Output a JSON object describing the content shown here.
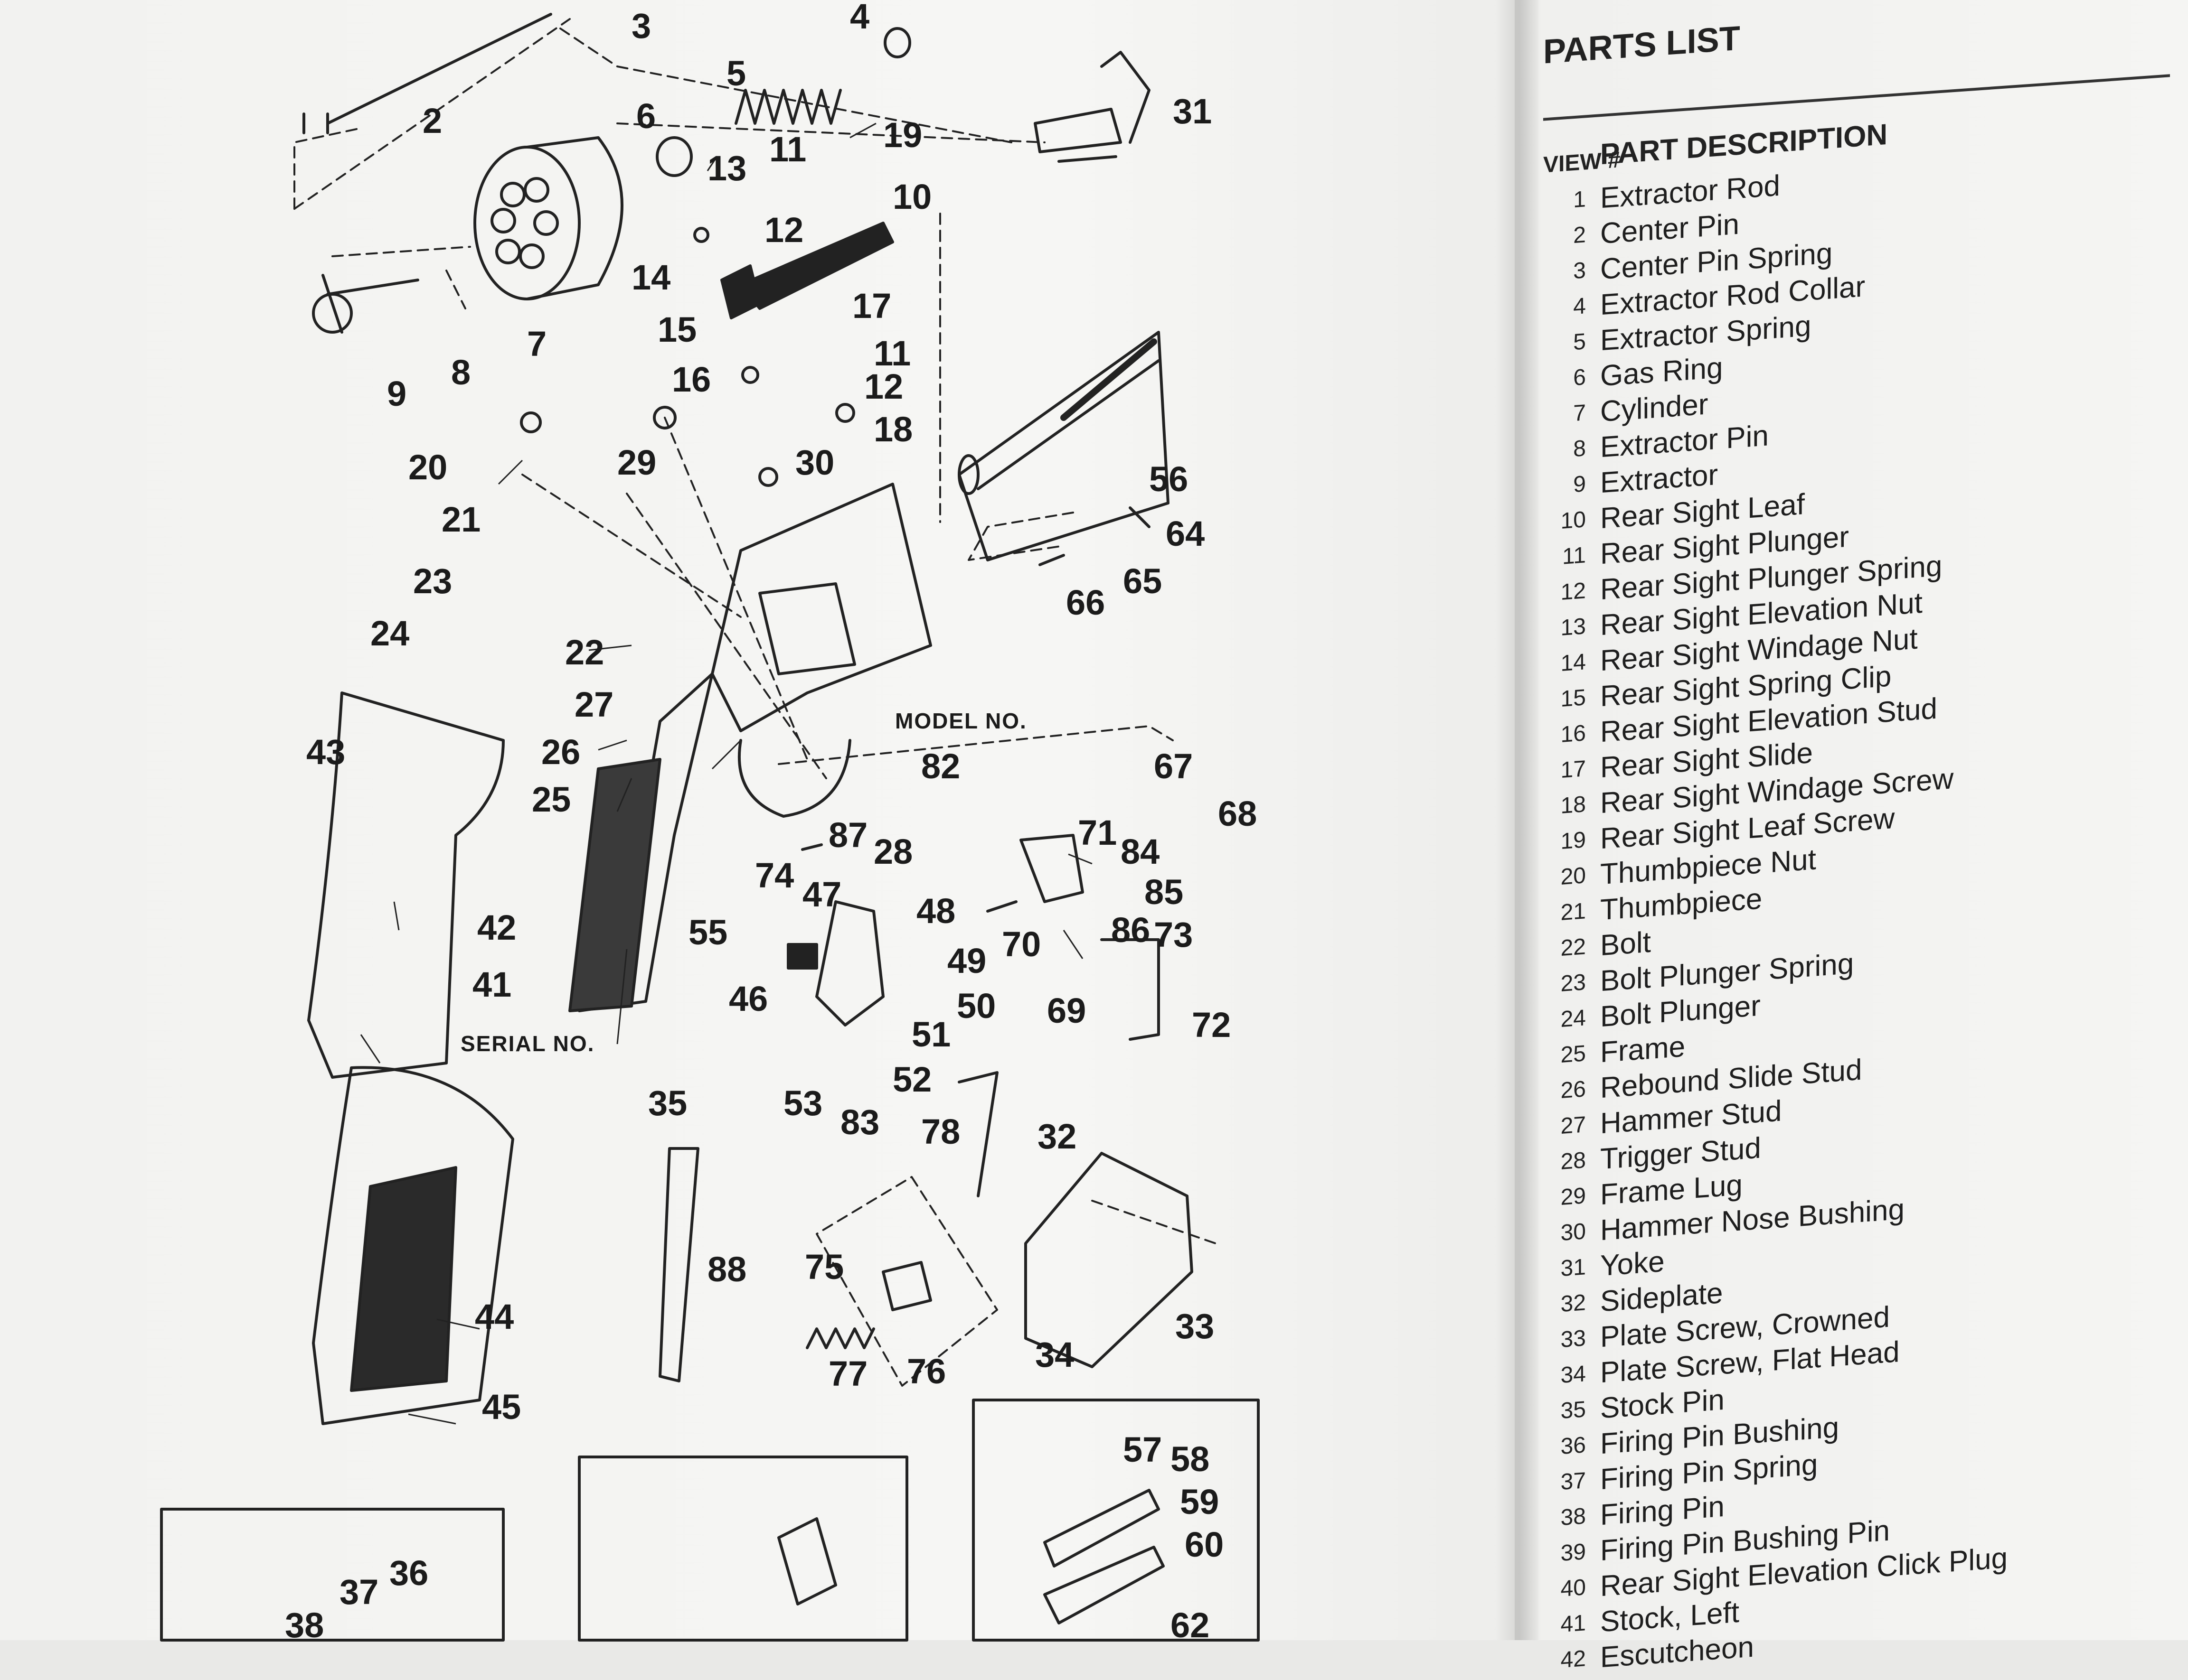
{
  "diagram": {
    "labels": {
      "n2": "2",
      "n3": "3",
      "n4": "4",
      "n5": "5",
      "n6": "6",
      "n7": "7",
      "n8": "8",
      "n9": "9",
      "n10": "10",
      "n11a": "11",
      "n11b": "11",
      "n12a": "12",
      "n12b": "12",
      "n13": "13",
      "n14": "14",
      "n15": "15",
      "n16": "16",
      "n17": "17",
      "n18": "18",
      "n19": "19",
      "n20": "20",
      "n21": "21",
      "n22": "22",
      "n23": "23",
      "n24": "24",
      "n25": "25",
      "n26": "26",
      "n27": "27",
      "n28": "28",
      "n29": "29",
      "n30": "30",
      "n31": "31",
      "n32": "32",
      "n33": "33",
      "n34": "34",
      "n35": "35",
      "n36": "36",
      "n37": "37",
      "n38": "38",
      "n41": "41",
      "n42": "42",
      "n43": "43",
      "n44": "44",
      "n45": "45",
      "n46": "46",
      "n47": "47",
      "n48": "48",
      "n49": "49",
      "n50": "50",
      "n51": "51",
      "n52": "52",
      "n53": "53",
      "n55": "55",
      "n56": "56",
      "n57": "57",
      "n58": "58",
      "n59": "59",
      "n60": "60",
      "n62": "62",
      "n64": "64",
      "n65": "65",
      "n66": "66",
      "n67": "67",
      "n68": "68",
      "n69": "69",
      "n70": "70",
      "n71": "71",
      "n72": "72",
      "n73": "73",
      "n74": "74",
      "n75": "75",
      "n76": "76",
      "n77": "77",
      "n78": "78",
      "n82": "82",
      "n83": "83",
      "n84": "84",
      "n85": "85",
      "n86": "86",
      "n87": "87",
      "n88": "88"
    },
    "model_no": "MODEL NO.",
    "serial_no": "SERIAL NO."
  },
  "parts_list": {
    "title": "PARTS LIST",
    "col_view": "VIEW #",
    "col_desc": "PART DESCRIPTION",
    "items": [
      {
        "num": "1",
        "desc": "Extractor Rod"
      },
      {
        "num": "2",
        "desc": "Center Pin"
      },
      {
        "num": "3",
        "desc": "Center Pin Spring"
      },
      {
        "num": "4",
        "desc": "Extractor Rod Collar"
      },
      {
        "num": "5",
        "desc": "Extractor Spring"
      },
      {
        "num": "6",
        "desc": "Gas Ring"
      },
      {
        "num": "7",
        "desc": "Cylinder"
      },
      {
        "num": "8",
        "desc": "Extractor Pin"
      },
      {
        "num": "9",
        "desc": "Extractor"
      },
      {
        "num": "10",
        "desc": "Rear Sight Leaf"
      },
      {
        "num": "11",
        "desc": "Rear Sight Plunger"
      },
      {
        "num": "12",
        "desc": "Rear Sight Plunger Spring"
      },
      {
        "num": "13",
        "desc": "Rear Sight Elevation Nut"
      },
      {
        "num": "14",
        "desc": "Rear Sight Windage Nut"
      },
      {
        "num": "15",
        "desc": "Rear Sight Spring Clip"
      },
      {
        "num": "16",
        "desc": "Rear Sight Elevation Stud"
      },
      {
        "num": "17",
        "desc": "Rear Sight Slide"
      },
      {
        "num": "18",
        "desc": "Rear Sight Windage Screw"
      },
      {
        "num": "19",
        "desc": "Rear Sight Leaf Screw"
      },
      {
        "num": "20",
        "desc": "Thumbpiece Nut"
      },
      {
        "num": "21",
        "desc": "Thumbpiece"
      },
      {
        "num": "22",
        "desc": "Bolt"
      },
      {
        "num": "23",
        "desc": "Bolt Plunger Spring"
      },
      {
        "num": "24",
        "desc": "Bolt Plunger"
      },
      {
        "num": "25",
        "desc": "Frame"
      },
      {
        "num": "26",
        "desc": "Rebound Slide Stud"
      },
      {
        "num": "27",
        "desc": "Hammer Stud"
      },
      {
        "num": "28",
        "desc": "Trigger Stud"
      },
      {
        "num": "29",
        "desc": "Frame Lug"
      },
      {
        "num": "30",
        "desc": "Hammer Nose Bushing"
      },
      {
        "num": "31",
        "desc": "Yoke"
      },
      {
        "num": "32",
        "desc": "Sideplate"
      },
      {
        "num": "33",
        "desc": "Plate Screw, Crowned"
      },
      {
        "num": "34",
        "desc": "Plate Screw, Flat Head"
      },
      {
        "num": "35",
        "desc": "Stock Pin"
      },
      {
        "num": "36",
        "desc": "Firing Pin Bushing"
      },
      {
        "num": "37",
        "desc": "Firing Pin Spring"
      },
      {
        "num": "38",
        "desc": "Firing Pin"
      },
      {
        "num": "39",
        "desc": "Firing Pin Bushing Pin"
      },
      {
        "num": "40",
        "desc": "Rear Sight Elevation Click Plug"
      },
      {
        "num": "41",
        "desc": "Stock, Left"
      },
      {
        "num": "42",
        "desc": "Escutcheon"
      }
    ]
  }
}
